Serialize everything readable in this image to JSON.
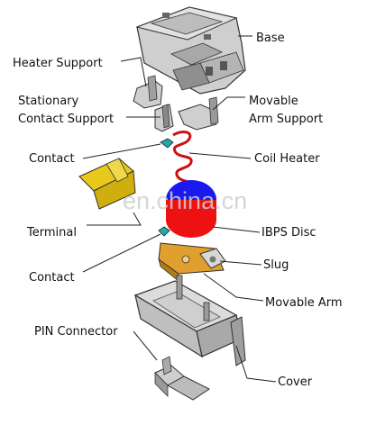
{
  "labels": {
    "base": "Base",
    "heater_support": "Heater Support",
    "stationary_contact_support_1": "Stationary",
    "stationary_contact_support_2": "Contact Support",
    "movable_arm_support_1": "Movable",
    "movable_arm_support_2": "Arm Support",
    "contact_top": "Contact",
    "coil_heater": "Coil Heater",
    "terminal": "Terminal",
    "ibps_disc": "IBPS Disc",
    "contact_bottom": "Contact",
    "slug": "Slug",
    "movable_arm": "Movable Arm",
    "pin_connector": "PIN Connector",
    "cover": "Cover"
  },
  "watermark": "en.china.cn",
  "colors": {
    "part_fill": "#c9c9c9",
    "part_shade": "#9a9a9a",
    "part_dark": "#555555",
    "terminal": "#e8c81a",
    "slug": "#e0a030",
    "disc_blue": "#1a1aee",
    "disc_red": "#ee1111",
    "coil": "#cc1111",
    "contact": "#22aaaa"
  }
}
